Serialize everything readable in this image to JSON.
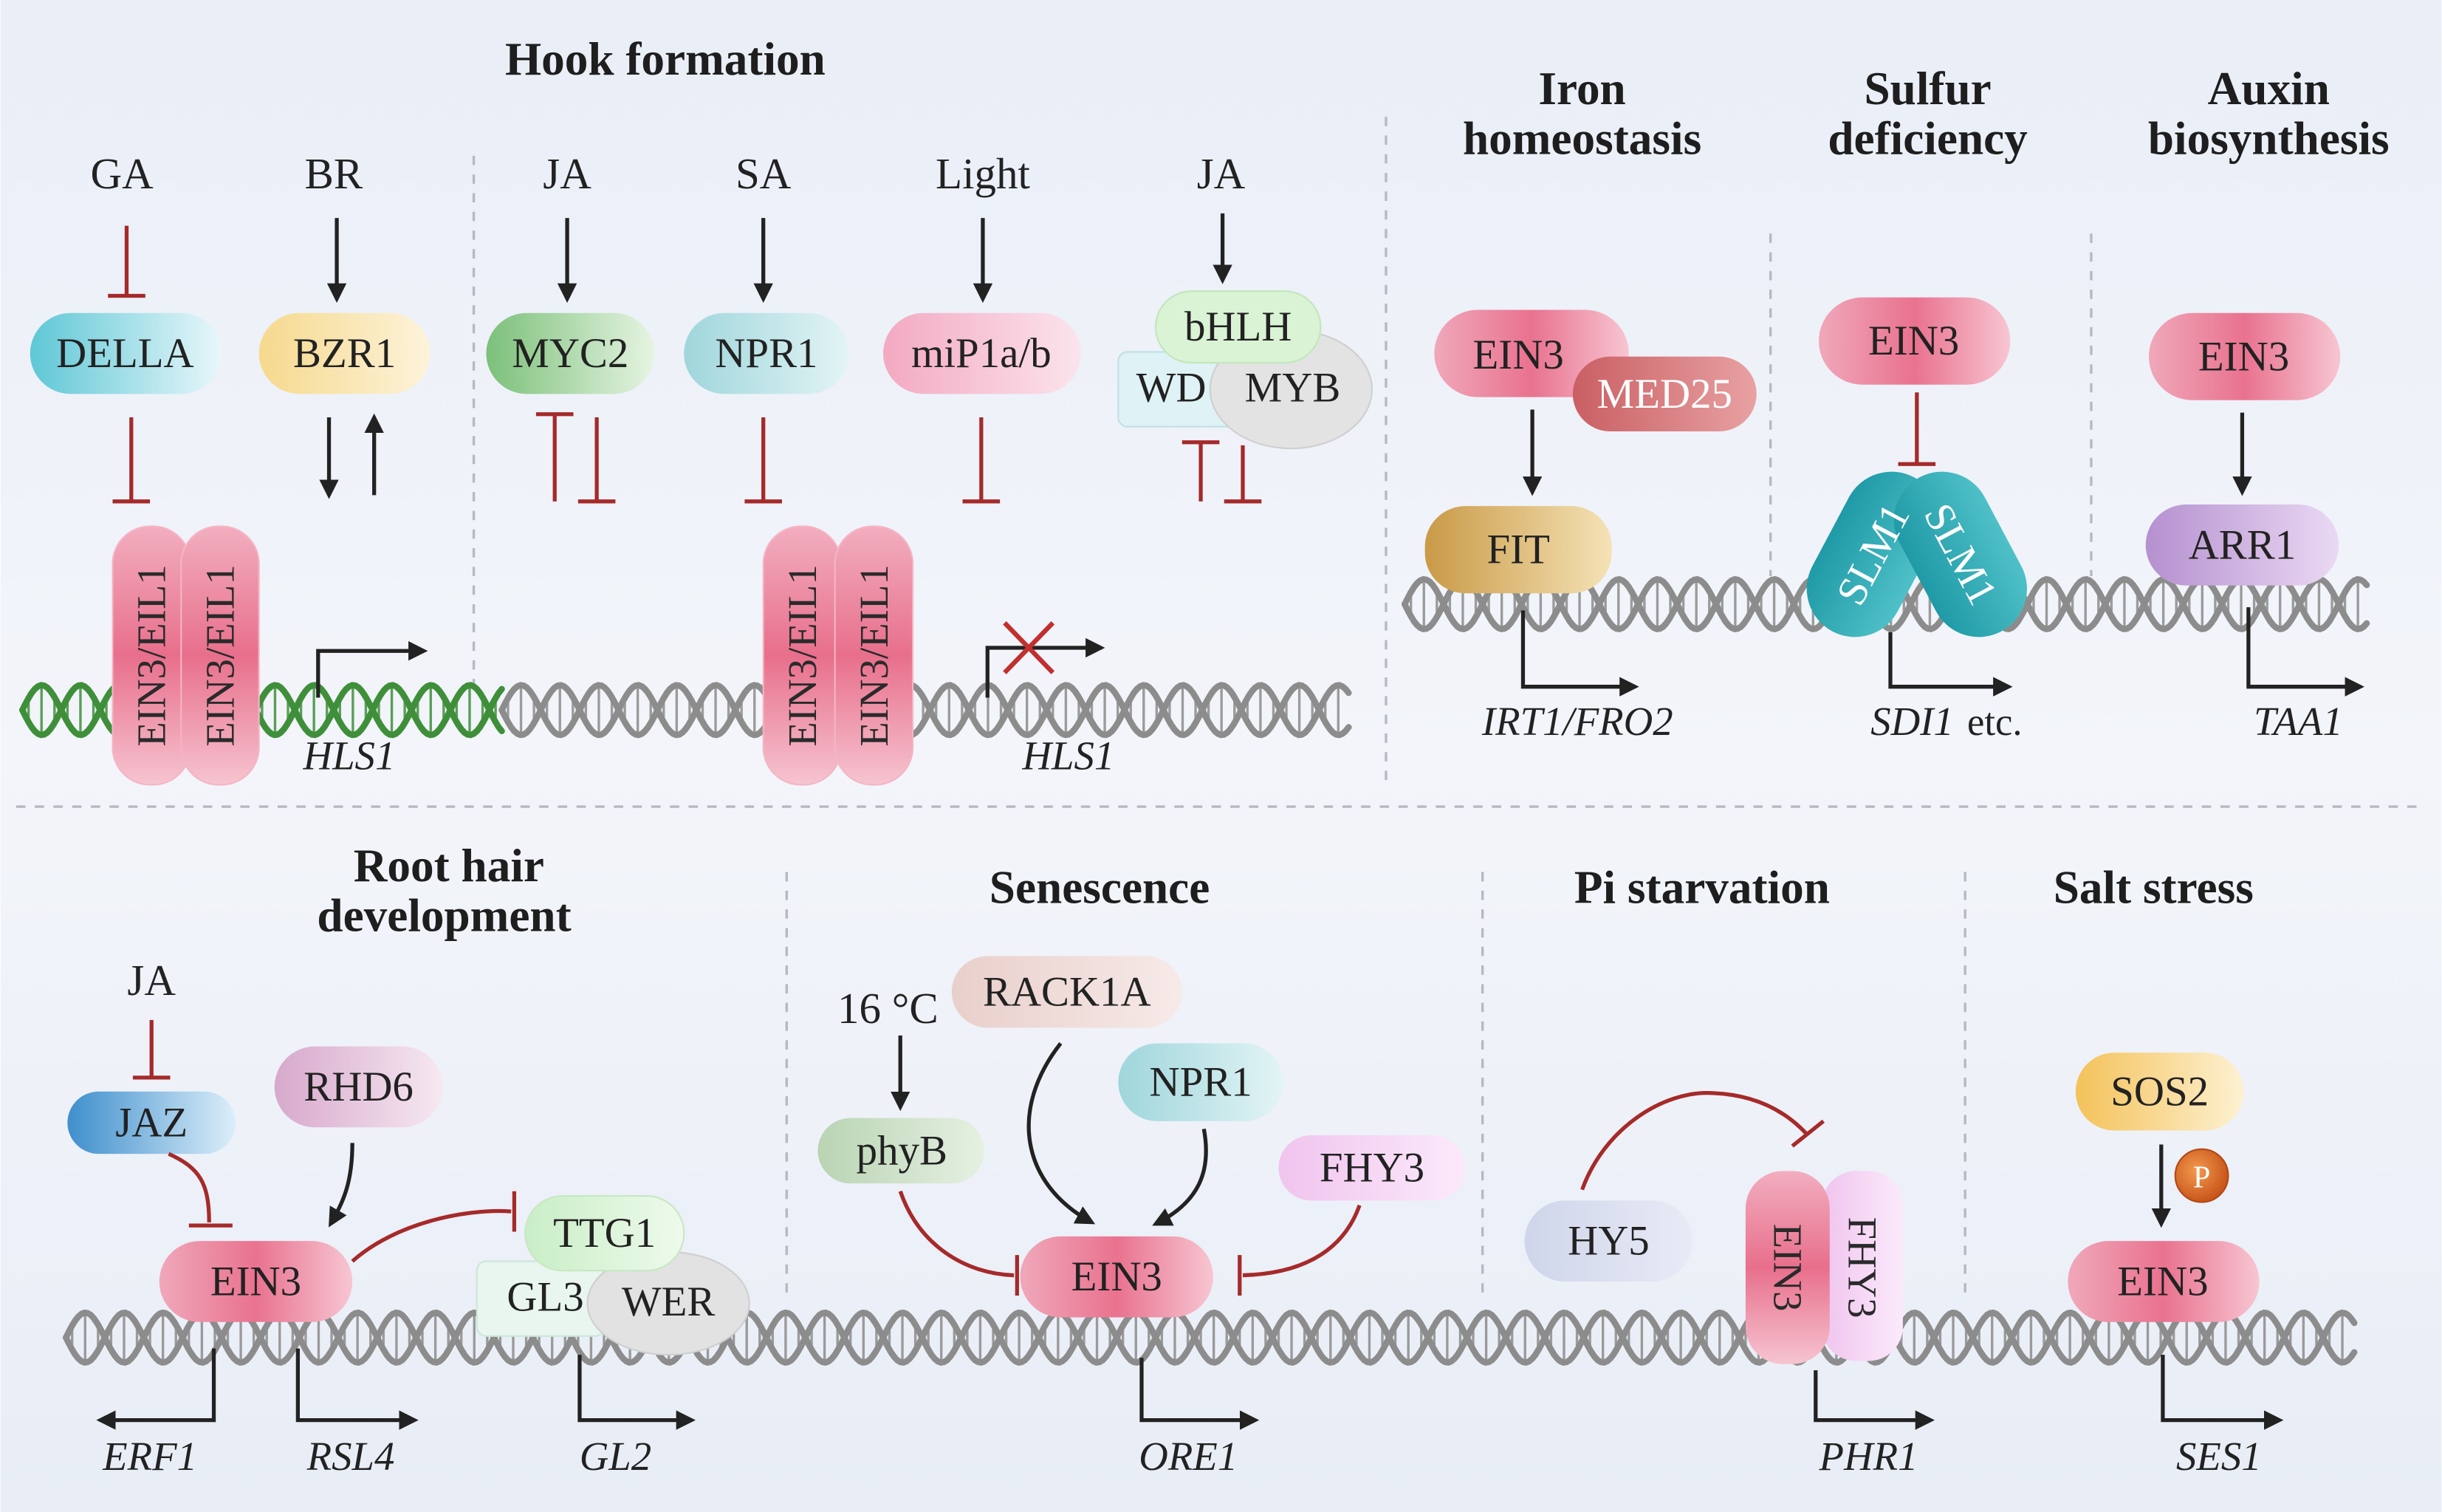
{
  "panels": {
    "hook_formation": "Hook formation",
    "iron": [
      "Iron",
      "homeostasis"
    ],
    "sulfur": [
      "Sulfur",
      "deficiency"
    ],
    "auxin": [
      "Auxin",
      "biosynthesis"
    ],
    "root_hair": [
      "Root hair",
      "development"
    ],
    "senescence": "Senescence",
    "pi": "Pi starvation",
    "salt": "Salt stress"
  },
  "signals": {
    "ga": "GA",
    "br": "BR",
    "ja1": "JA",
    "sa": "SA",
    "light": "Light",
    "ja2": "JA",
    "ja3": "JA",
    "temp": "16 °C"
  },
  "proteins": {
    "della": "DELLA",
    "bzr1": "BZR1",
    "myc2": "MYC2",
    "npr1": "NPR1",
    "mip1": "miP1a/b",
    "bhlh": "bHLH",
    "wd": "WD",
    "myb": "MYB",
    "ein3eil1": "EIN3/EIL1",
    "ein3_iron": "EIN3",
    "med25": "MED25",
    "fit": "FIT",
    "ein3_sulfur": "EIN3",
    "slm1": "SLM1",
    "ein3_auxin": "EIN3",
    "arr1": "ARR1",
    "jaz": "JAZ",
    "rhd6": "RHD6",
    "ein3_root": "EIN3",
    "ttg1": "TTG1",
    "gl3": "GL3",
    "wer": "WER",
    "rack1a": "RACK1A",
    "phyb": "phyB",
    "npr1_sen": "NPR1",
    "fhy3_sen": "FHY3",
    "ein3_sen": "EIN3",
    "hy5": "HY5",
    "ein3_pi": "EIN3",
    "fhy3_pi": "FHY3",
    "sos2": "SOS2",
    "p": "P",
    "ein3_salt": "EIN3"
  },
  "genes": {
    "hls1_a": "HLS1",
    "hls1_b": "HLS1",
    "irt1": "IRT1/FRO2",
    "sdi1": "SDI1",
    "sdi1_etc": " etc.",
    "taa1": "TAA1",
    "erf1": "ERF1",
    "rsl4": "RSL4",
    "gl2": "GL2",
    "ore1": "ORE1",
    "phr1": "PHR1",
    "ses1": "SES1"
  },
  "colors": {
    "activation": "#222222",
    "inhibition": "#a52a2a",
    "dna_gray": "#8c8c8c",
    "dna_green": "#3f8f3a",
    "ein3_pink": "#ec6f8c",
    "background_top": "#e9eef7"
  }
}
